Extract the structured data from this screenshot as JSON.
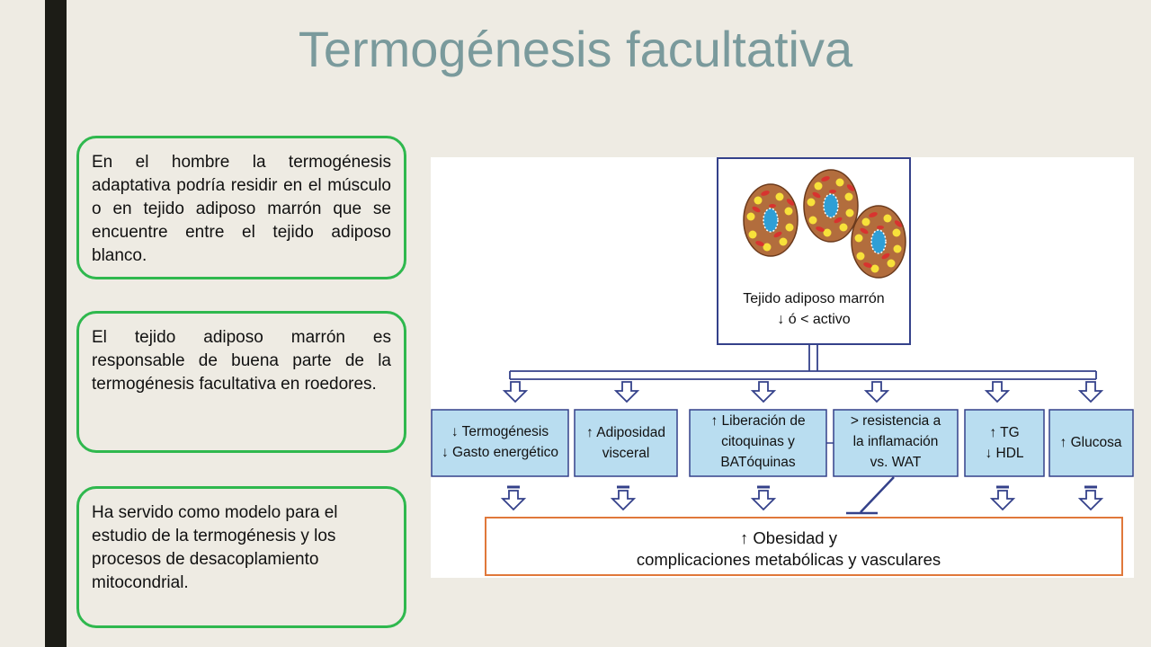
{
  "slide": {
    "title": "Termogénesis facultativa"
  },
  "notes": [
    "En el hombre la termogénesis adaptativa podría residir en el músculo o en tejido adiposo marrón que se encuentre entre el tejido adiposo blanco.",
    "El tejido adiposo marrón es responsable de buena parte de la termogénesis facultativa en roedores.",
    "Ha servido como modelo para el estudio de la termogénesis y los procesos de desacoplamiento mitocondrial."
  ],
  "diagram": {
    "top_box": {
      "line1": "Tejido adiposo marrón",
      "line2": "↓ ó < activo"
    },
    "effects": [
      {
        "lines": [
          "↓ Termogénesis",
          "↓ Gasto energético"
        ]
      },
      {
        "lines": [
          "↑ Adiposidad",
          "visceral"
        ]
      },
      {
        "lines": [
          "↑ Liberación de",
          "citoquinas y",
          "BATóquinas"
        ]
      },
      {
        "lines": [
          "> resistencia a",
          "la inflamación",
          "vs. WAT"
        ]
      },
      {
        "lines": [
          "↑ TG",
          "↓ HDL"
        ]
      },
      {
        "lines": [
          "↑ Glucosa"
        ]
      }
    ],
    "outcome": {
      "line1": "↑ Obesidad y",
      "line2": "complicaciones metabólicas y vasculares"
    },
    "colors": {
      "box_border": "#34418a",
      "effect_fill": "#b9ddf0",
      "outcome_border": "#e0783a",
      "cell": "#b26d3d",
      "droplet": "#f7e13a",
      "nucleus": "#2f9fd6",
      "mito": "#d8332f"
    }
  }
}
